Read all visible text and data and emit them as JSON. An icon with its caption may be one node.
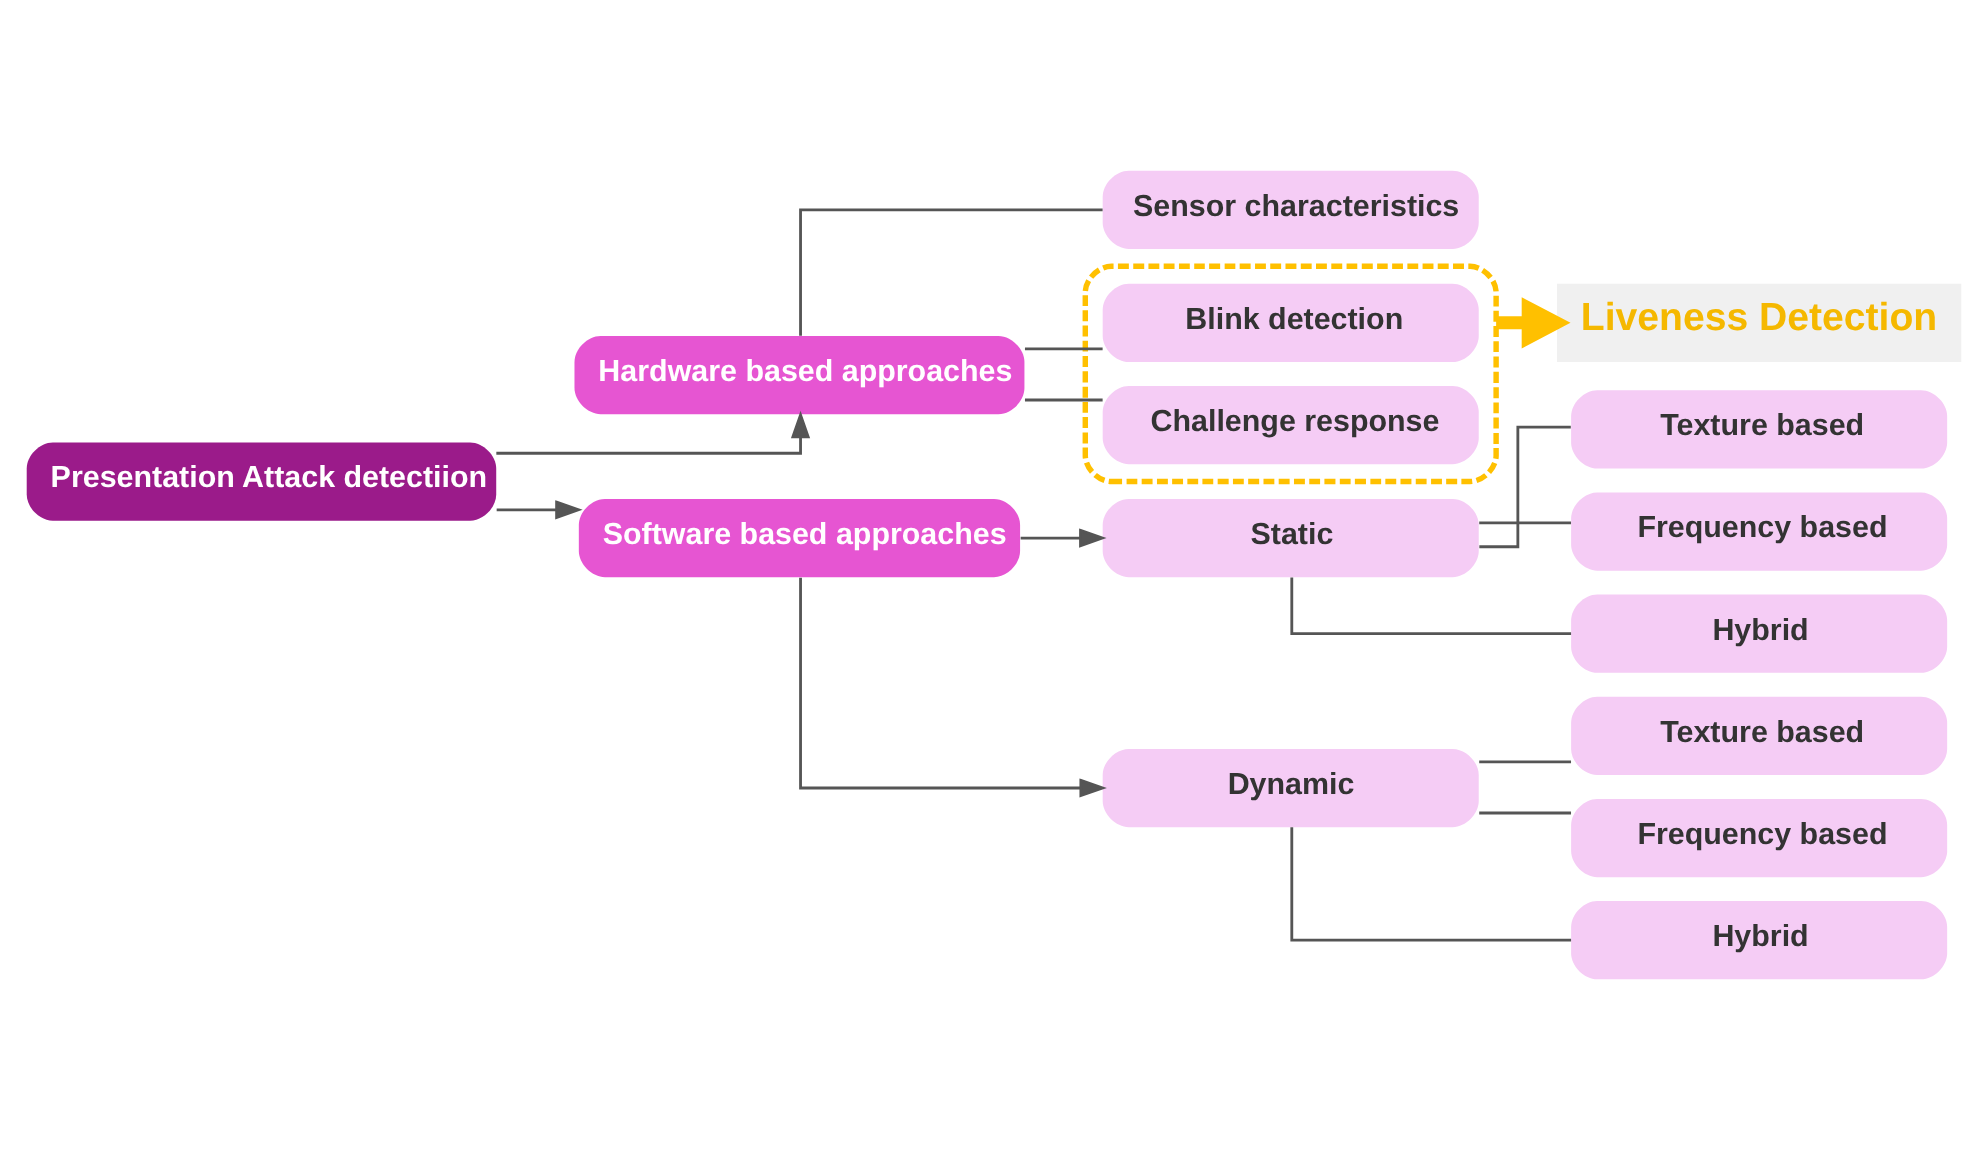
{
  "diagram": {
    "nodes": [
      {
        "text": [
          "Presentation Attack detectiion"
        ]
      },
      {
        "text": [
          "Hardware based approaches"
        ]
      },
      {
        "text": [
          "Sensor characteristics"
        ]
      },
      {
        "text": [],
        "shape": "box"
      },
      {
        "text": [
          "Blink detection"
        ],
        "in": 3
      },
      {
        "text": [
          "Challenge response"
        ],
        "in": 3
      },
      {
        "text": [
          "Liveness Detection"
        ]
      },
      {
        "text": [
          "Software based approaches"
        ]
      },
      {
        "text": [
          "Static"
        ]
      },
      {
        "text": [
          "Texture based"
        ]
      },
      {
        "text": [
          "Frequency based"
        ]
      },
      {
        "text": [
          "Hybrid"
        ]
      },
      {
        "text": [
          "Dynamic"
        ]
      },
      {
        "text": [
          "Texture based"
        ]
      },
      {
        "text": [
          "Frequency based"
        ]
      },
      {
        "text": [
          "Hybrid"
        ]
      }
    ],
    "edges": [
      {
        "from": 0,
        "to": 1,
        "arrow": "to"
      },
      {
        "from": 0,
        "to": 7,
        "arrow": "to"
      },
      {
        "from": 1,
        "to": 2,
        "arrow": "none"
      },
      {
        "from": 1,
        "to": 4,
        "arrow": "none"
      },
      {
        "from": 1,
        "to": 5,
        "arrow": "none"
      },
      {
        "from": 3,
        "to": 6,
        "arrow": "to",
        "style": "thick",
        "color": "#ffc000"
      },
      {
        "from": 7,
        "to": 8,
        "arrow": "to"
      },
      {
        "from": 7,
        "to": 12,
        "arrow": "to"
      },
      {
        "from": 8,
        "to": 9,
        "arrow": "none"
      },
      {
        "from": 8,
        "to": 10,
        "arrow": "none"
      },
      {
        "from": 8,
        "to": 11,
        "arrow": "none"
      },
      {
        "from": 12,
        "to": 13,
        "arrow": "none"
      },
      {
        "from": 12,
        "to": 14,
        "arrow": "none"
      },
      {
        "from": 12,
        "to": 15,
        "arrow": "none"
      }
    ]
  }
}
